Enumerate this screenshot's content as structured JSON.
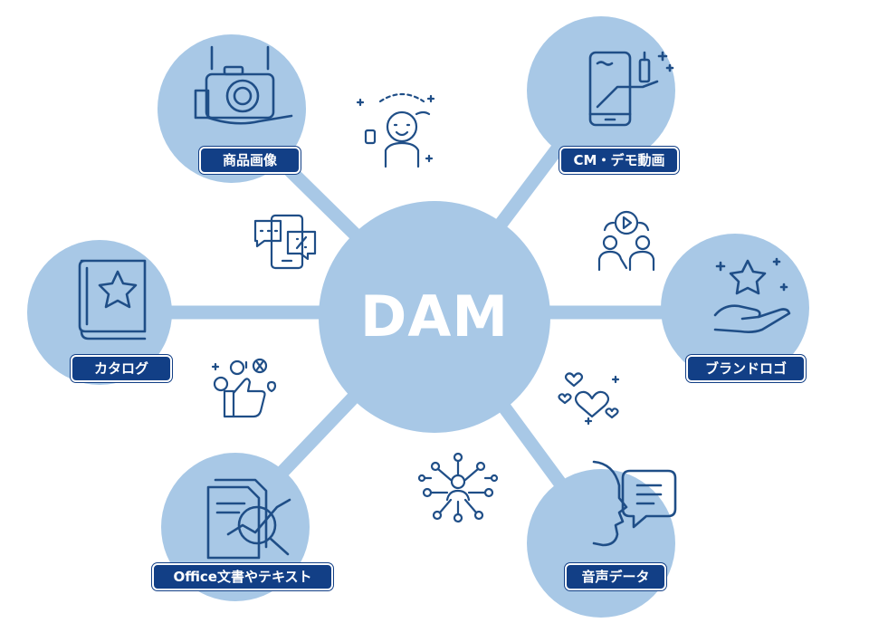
{
  "hub": {
    "label": "DAM"
  },
  "nodes": [
    {
      "id": "product-image",
      "label": "商品画像",
      "icon": "camera-icon"
    },
    {
      "id": "cm-demo-video",
      "label": "CM・デモ動画",
      "icon": "smartphone-icon"
    },
    {
      "id": "catalog",
      "label": "カタログ",
      "icon": "star-book-icon"
    },
    {
      "id": "brand-logo",
      "label": "ブランドロゴ",
      "icon": "star-hand-icon"
    },
    {
      "id": "office-docs",
      "label": "Office文書やテキスト",
      "icon": "document-analysis-icon"
    },
    {
      "id": "audio-data",
      "label": "音声データ",
      "icon": "speaking-head-icon"
    }
  ],
  "decorative_icons": [
    "happy-person-icon",
    "chat-phones-icon",
    "video-meeting-icon",
    "emoji-thumbs-up-icon",
    "hearts-icon",
    "network-icon"
  ],
  "colors": {
    "circle": "#a8c8e6",
    "connector": "#a8c8e6",
    "label_bg": "#123f86",
    "icon_stroke": "#1f4e87",
    "text": "#ffffff"
  }
}
